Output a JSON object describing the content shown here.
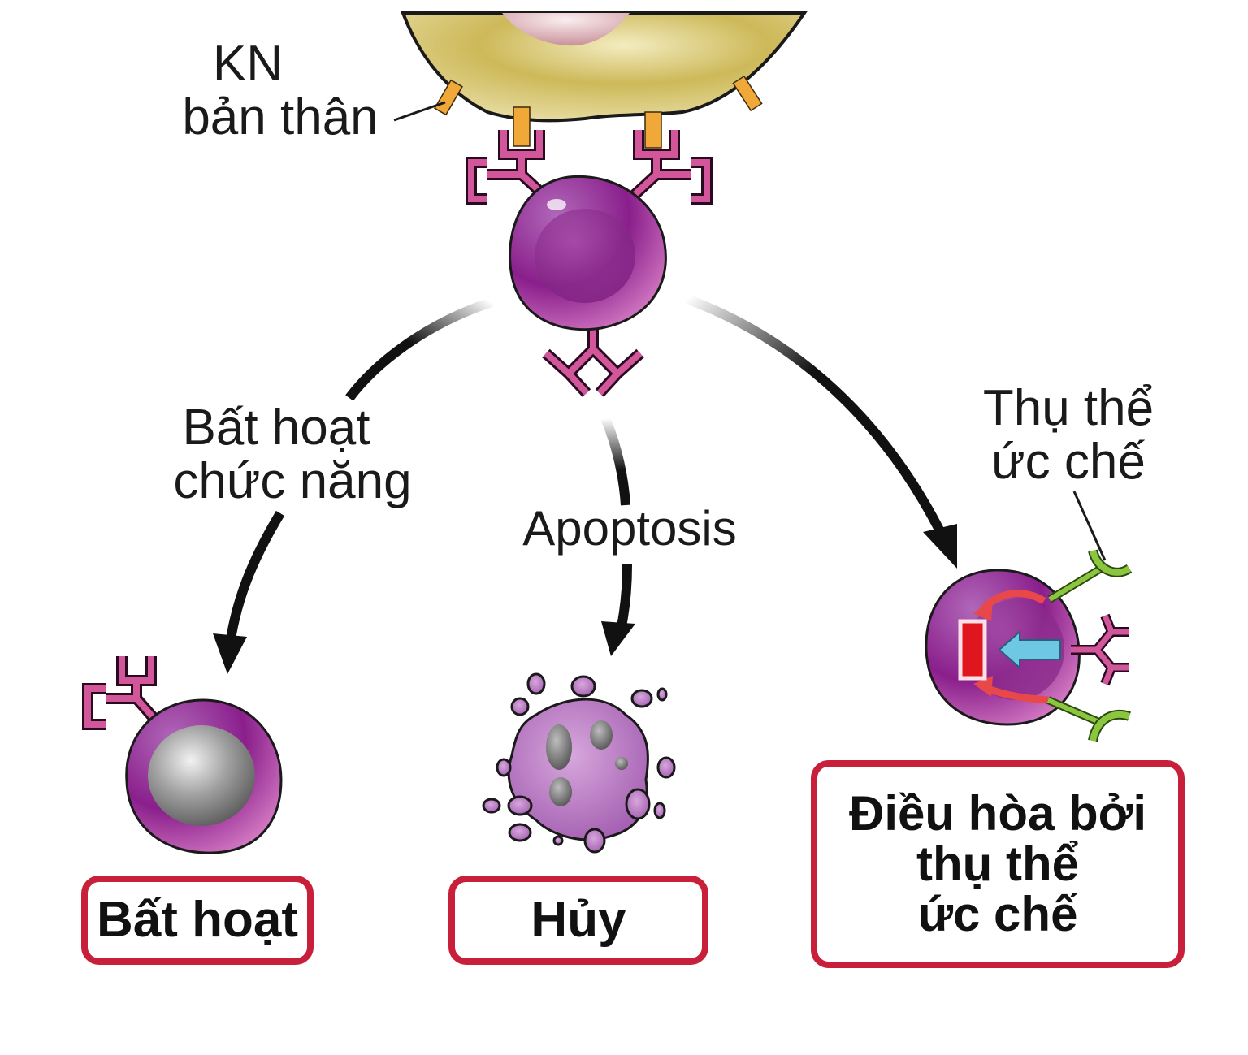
{
  "labels": {
    "self_antigen": [
      "KN",
      "bản thân"
    ],
    "pathway_left": [
      "Bất hoạt",
      "chức năng"
    ],
    "pathway_middle": "Apoptosis",
    "inhibitory_receptor": [
      "Thụ thể",
      "ức chế"
    ]
  },
  "outcomes": [
    {
      "id": "anergy",
      "lines": [
        "Bất hoạt"
      ]
    },
    {
      "id": "deletion",
      "lines": [
        "Hủy"
      ]
    },
    {
      "id": "regulation",
      "lines": [
        "Điều hòa bởi",
        "thụ thể",
        "ức chế"
      ]
    }
  ],
  "colors": {
    "apc_cell": "#c9b85a",
    "antigen": "#f0a838",
    "receptor": "#d2569a",
    "lymphocyte": "#8e2a8e",
    "inhibitory_receptor": "#8cc63f",
    "outcome_border": "#c8203a",
    "inhibition_block": "#e0161e",
    "signal_arrow": "#6ec8e4"
  }
}
